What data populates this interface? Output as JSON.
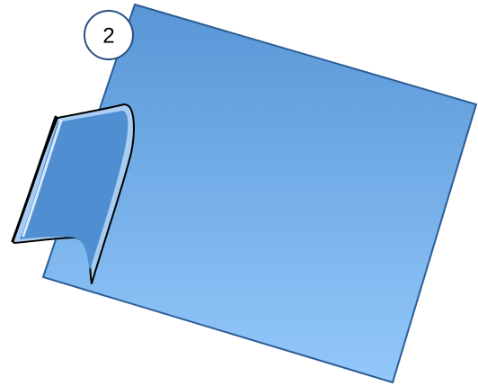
{
  "step_badge": {
    "number": "2"
  },
  "colors": {
    "sheet_top": "#5896d6",
    "sheet_bottom": "#93c8fb",
    "sheet_stroke": "#2c5e96",
    "flap_fill": "#4f8ed0",
    "flap_rim": "#a9cdf2",
    "outline": "#000000",
    "badge_fill": "#ffffff",
    "badge_stroke": "#2c4f80",
    "badge_text": "#000000"
  },
  "icons": {
    "sheet": "tilted-sheet-shape",
    "flap": "curled-corner-flap-shape",
    "badge": "numbered-circle-badge"
  }
}
